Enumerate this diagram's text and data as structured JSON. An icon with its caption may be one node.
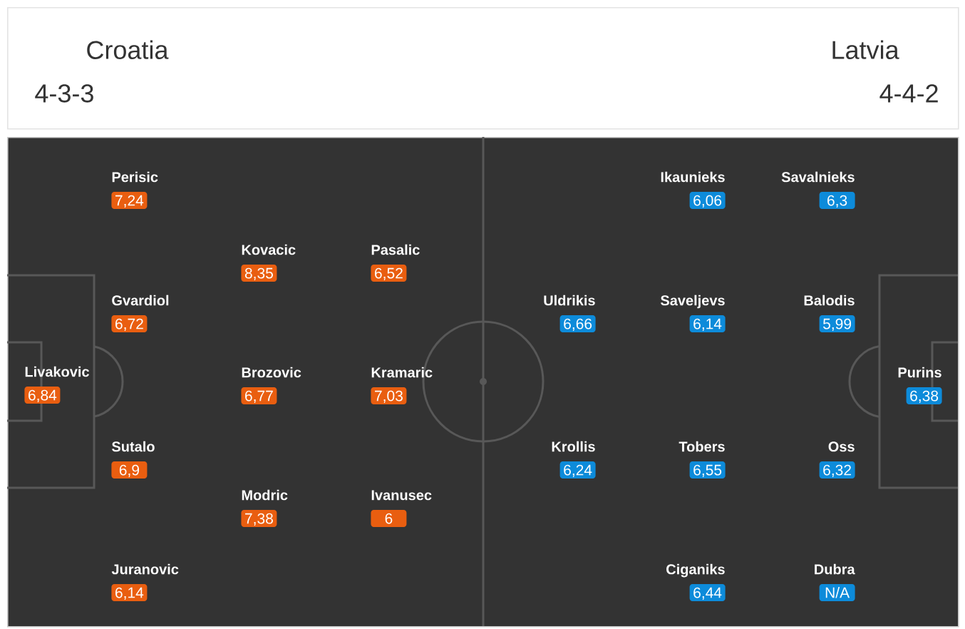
{
  "diagram": {
    "nodes": [
      {
        "text": [
          "Croatia",
          "4-3-3",
          "Latvia",
          "4-4-2"
        ]
      },
      {
        "text": [],
        "shape": "box"
      },
      {
        "text": [
          "Livakovic",
          "6,84"
        ],
        "in": 1
      },
      {
        "text": [
          "Perisic",
          "7,24"
        ],
        "in": 1
      },
      {
        "text": [
          "Gvardiol",
          "6,72"
        ],
        "in": 1
      },
      {
        "text": [
          "Sutalo",
          "6,9"
        ],
        "in": 1
      },
      {
        "text": [
          "Juranovic",
          "6,14"
        ],
        "in": 1
      },
      {
        "text": [
          "Kovacic",
          "8,35"
        ],
        "in": 1
      },
      {
        "text": [
          "Brozovic",
          "6,77"
        ],
        "in": 1
      },
      {
        "text": [
          "Modric",
          "7,38"
        ],
        "in": 1
      },
      {
        "text": [
          "Pasalic",
          "6,52"
        ],
        "in": 1
      },
      {
        "text": [
          "Kramaric",
          "7,03"
        ],
        "in": 1
      },
      {
        "text": [
          "Ivanusec",
          "6"
        ],
        "in": 1
      },
      {
        "text": [
          "Uldrikis",
          "6,66"
        ],
        "in": 1
      },
      {
        "text": [
          "Krollis",
          "6,24"
        ],
        "in": 1
      },
      {
        "text": [
          "Ikaunieks",
          "6,06"
        ],
        "in": 1
      },
      {
        "text": [
          "Saveljevs",
          "6,14"
        ],
        "in": 1
      },
      {
        "text": [
          "Tobers",
          "6,55"
        ],
        "in": 1
      },
      {
        "text": [
          "Ciganiks",
          "6,44"
        ],
        "in": 1
      },
      {
        "text": [
          "Savalnieks",
          "6,3"
        ],
        "in": 1
      },
      {
        "text": [
          "Balodis",
          "5,99"
        ],
        "in": 1
      },
      {
        "text": [
          "Oss",
          "6,32"
        ],
        "in": 1
      },
      {
        "text": [
          "Dubra",
          "N/A"
        ],
        "in": 1
      },
      {
        "text": [
          "Purins",
          "6,38"
        ],
        "in": 1
      }
    ]
  }
}
